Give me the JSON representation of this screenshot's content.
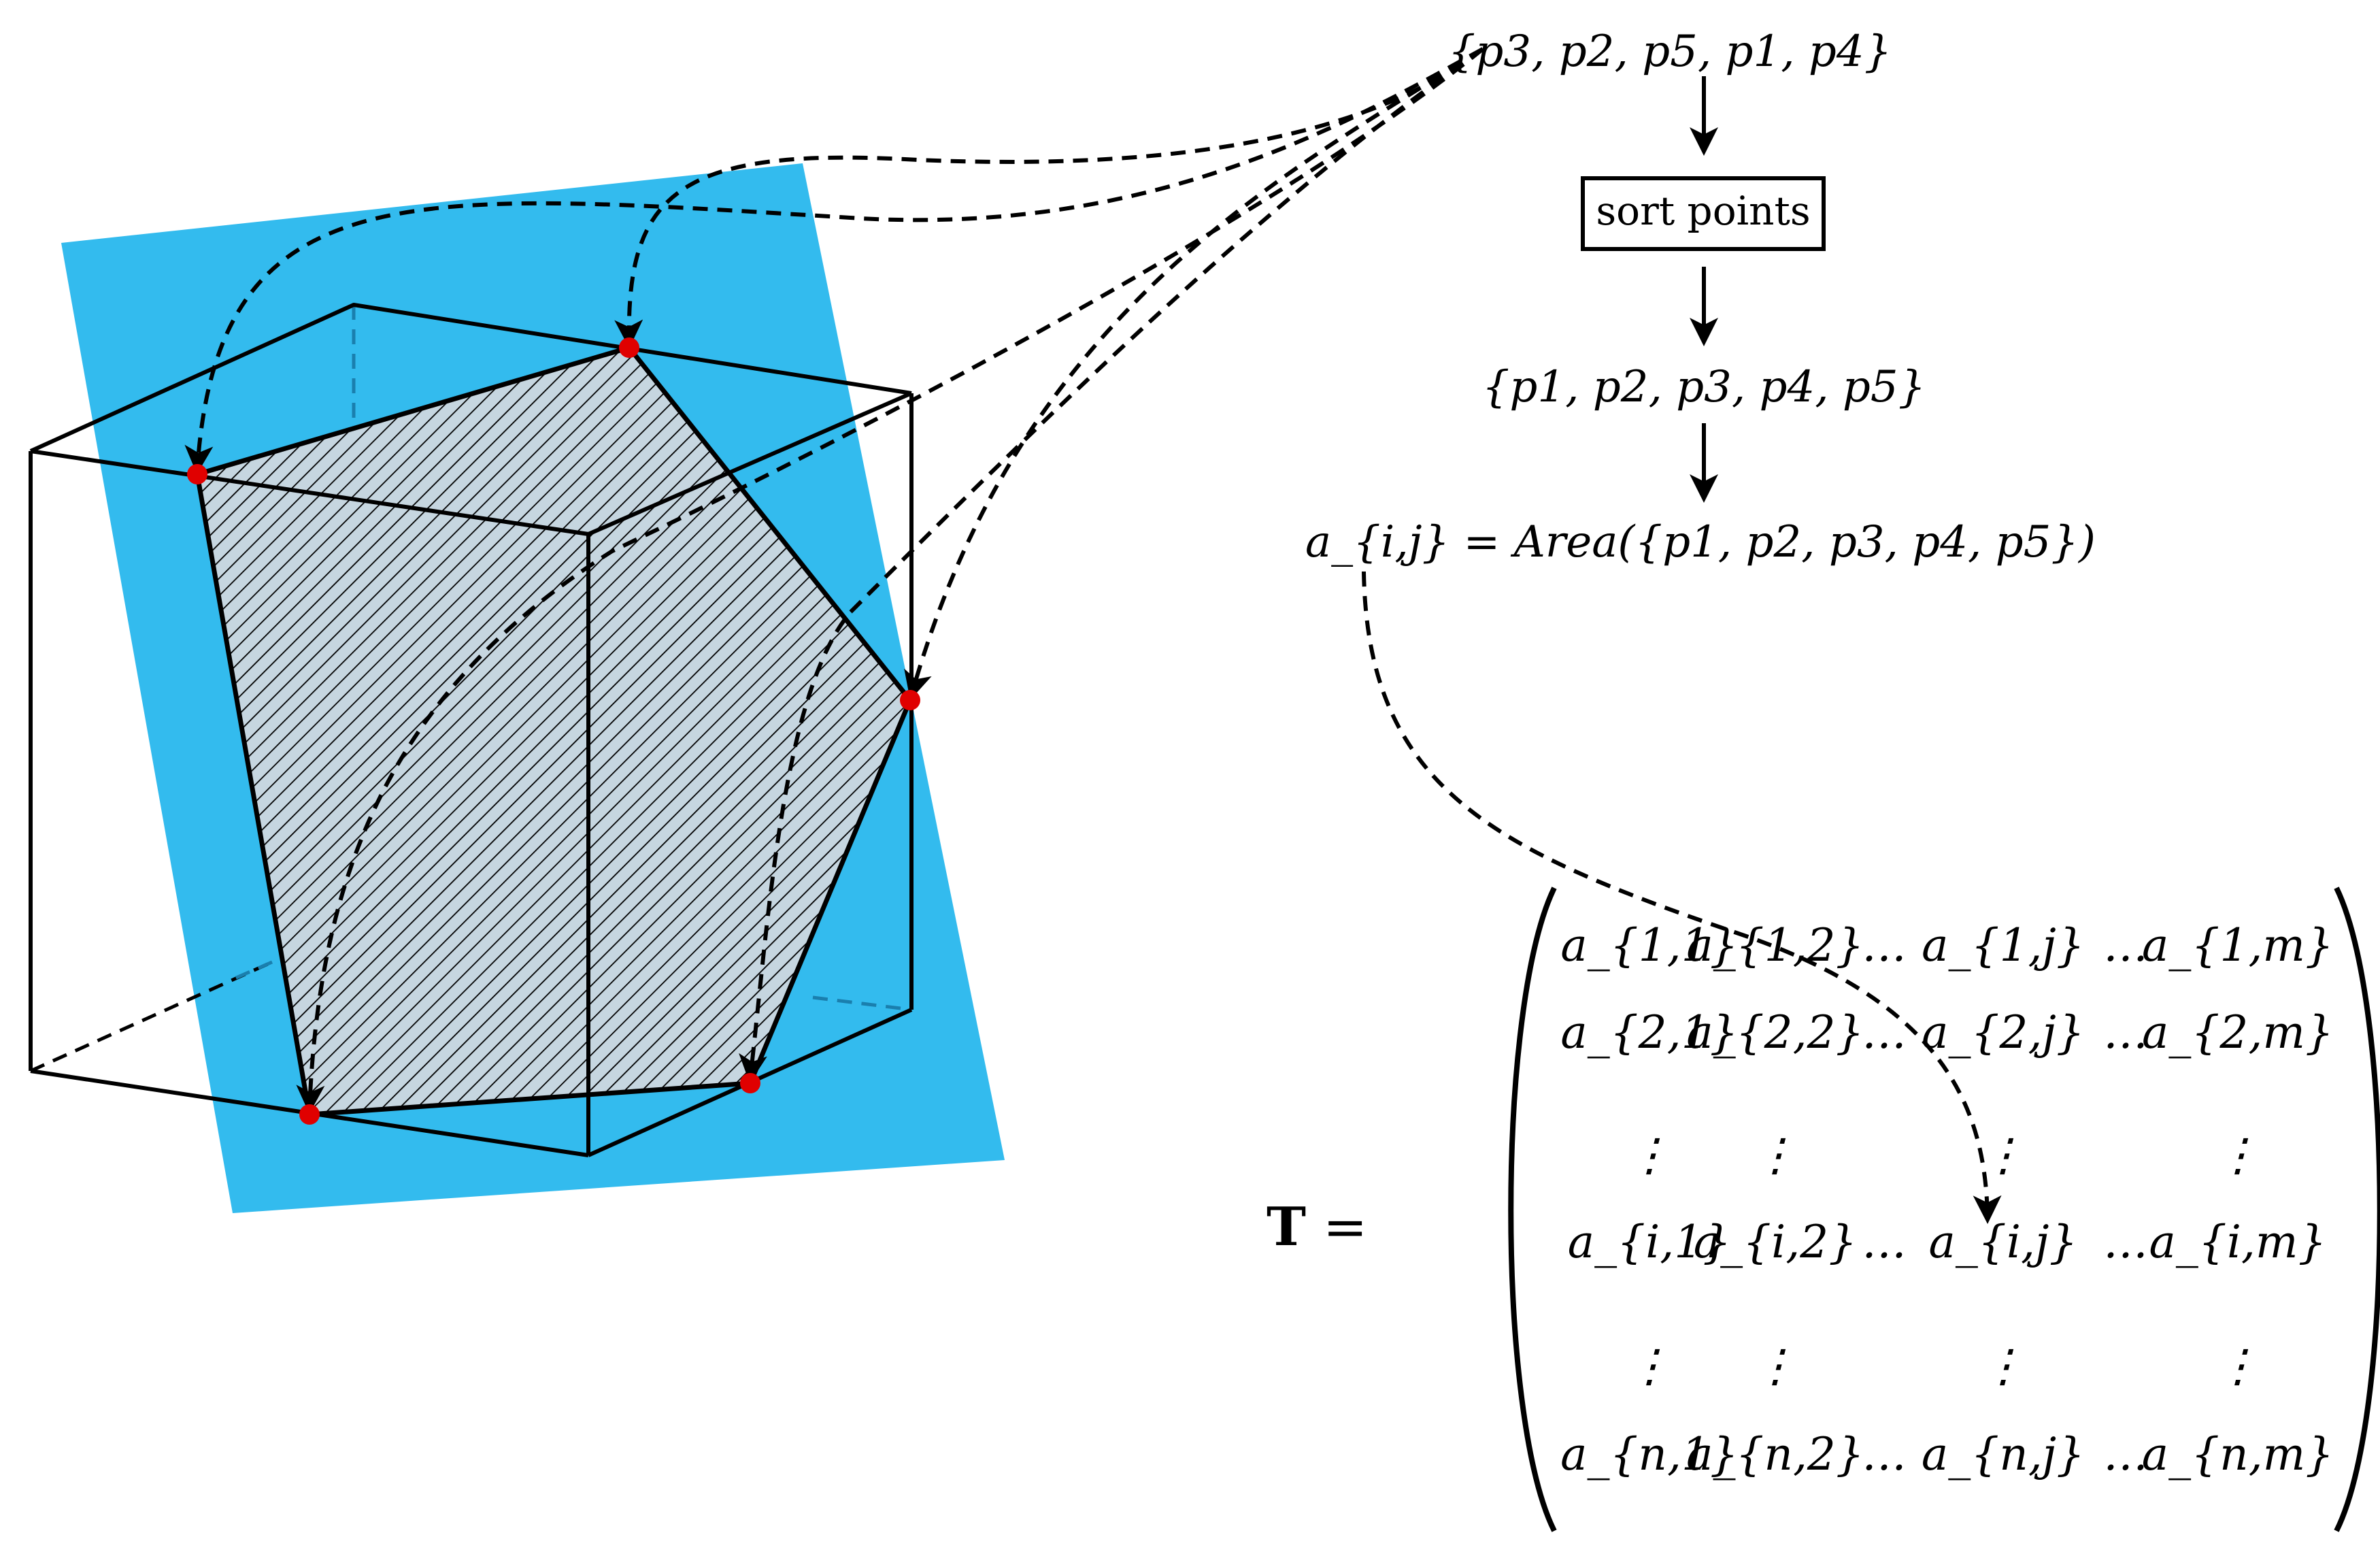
{
  "flow": {
    "unsorted_set": "{p3, p2, p5, p1, p4}",
    "process_box": "sort points",
    "sorted_set": "{p1, p2, p3, p4, p5}",
    "area_formula": "a_{i,j} = Area({p1, p2, p3, p4, p5})"
  },
  "matrix": {
    "name": "T",
    "equals": "=",
    "rows": [
      [
        "a_{1,1}",
        "a_{1,2}",
        "…",
        "a_{1,j}",
        "…",
        "a_{1,m}"
      ],
      [
        "a_{2,1}",
        "a_{2,2}",
        "…",
        "a_{2,j}",
        "…",
        "a_{2,m}"
      ],
      [
        "⋮",
        "⋮",
        "",
        "⋮",
        "",
        "⋮"
      ],
      [
        "a_{i,1}",
        "a_{i,2}",
        "…",
        "a_{i,j}",
        "…",
        "a_{i,m}"
      ],
      [
        "⋮",
        "⋮",
        "",
        "⋮",
        "",
        "⋮"
      ],
      [
        "a_{n,1}",
        "a_{n,2}",
        "…",
        "a_{n,j}",
        "…",
        "a_{n,m}"
      ]
    ]
  },
  "colors": {
    "plane": "#33bbee",
    "points": "#e00000",
    "lines": "#000000",
    "hidden_edges_on_plane": "#1a7fae"
  }
}
